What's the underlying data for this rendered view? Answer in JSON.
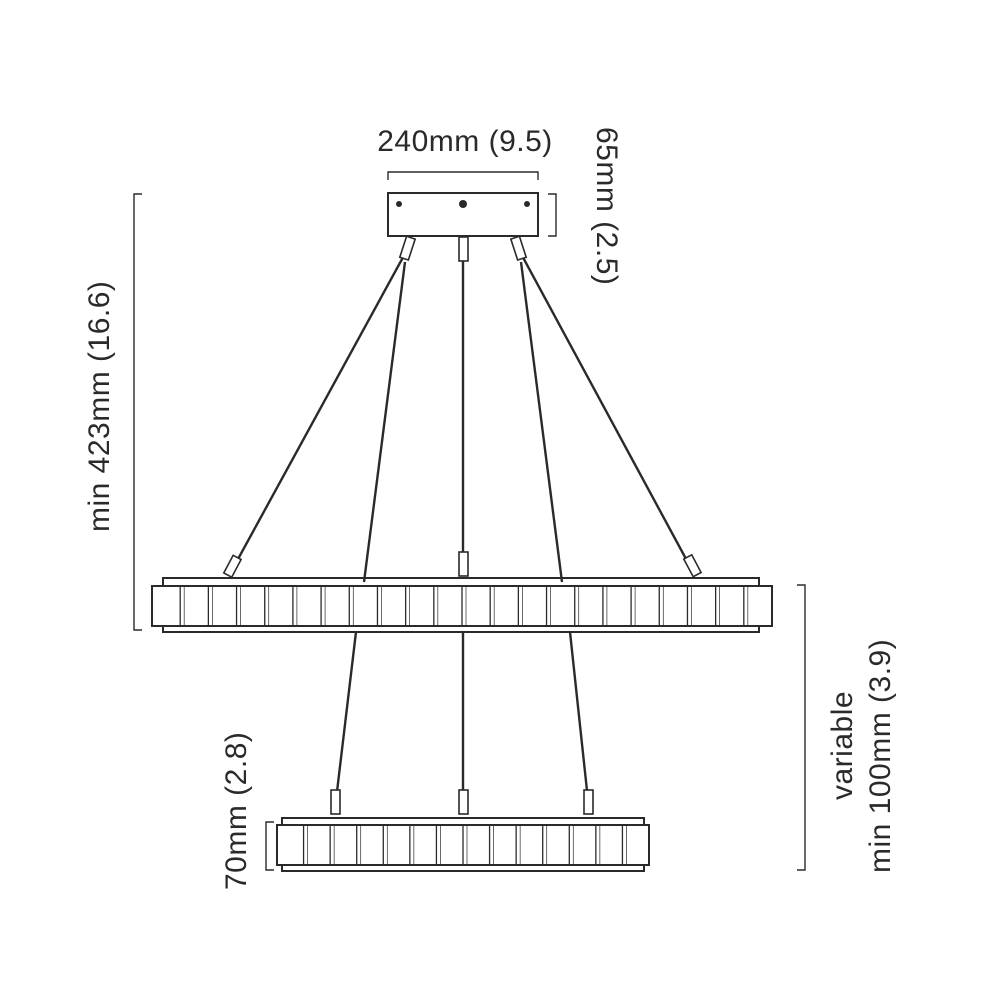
{
  "dimensions": {
    "canopy_width": "240mm (9.5)",
    "canopy_height": "65mm (2.5)",
    "overall_height": "min 423mm (16.6)",
    "ring_height": "70mm (2.8)",
    "gap_line1": "variable",
    "gap_line2": "min 100mm (3.9)"
  },
  "colors": {
    "line": "#2a2a2a",
    "background": "#ffffff"
  },
  "rings": {
    "upper_segment_count": 22,
    "lower_segment_count": 14
  }
}
